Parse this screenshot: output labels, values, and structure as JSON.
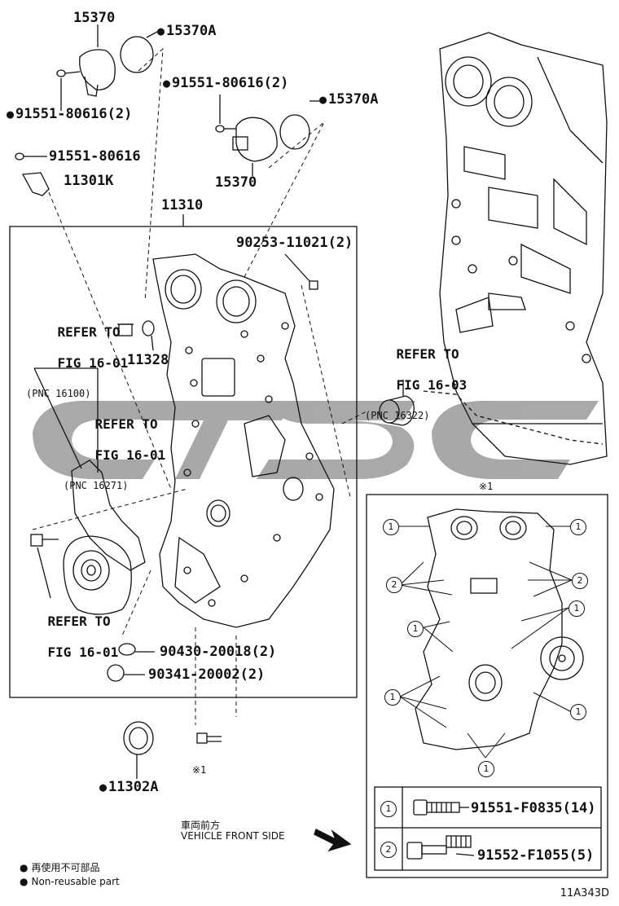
{
  "labels": {
    "p15370_top": "15370",
    "p15370a_top": "15370A",
    "p91551_80616_2_top": "91551-80616(2)",
    "p91551_80616_2_left": "91551-80616(2)",
    "p15370a_mid": "15370A",
    "p91551_80616": "91551-80616",
    "p11301k": "11301K",
    "p15370_mid": "15370",
    "p11310": "11310",
    "p90253": "90253-11021(2)",
    "p11328": "11328",
    "p90430": "90430-20018(2)",
    "p90341": "90341-20002(2)",
    "p11302a": "11302A",
    "asterisk_ref_bottom": "※1",
    "asterisk_ref_box": "※1"
  },
  "refs": {
    "ref1": {
      "line1": "REFER TO",
      "line2": "FIG 16-01",
      "pnc": "(PNC 16100)"
    },
    "ref2": {
      "line1": "REFER TO",
      "line2": "FIG 16-01",
      "pnc": "(PNC 16271)"
    },
    "ref3": {
      "line1": "REFER TO",
      "line2": "FIG 16-01"
    },
    "ref4": {
      "line1": "REFER TO",
      "line2": "FIG 16-03",
      "pnc": "(PNC 16322)"
    }
  },
  "inset": {
    "callout_1": "1",
    "callout_2": "2",
    "table": [
      {
        "num": "1",
        "part": "91551-F0835(14)"
      },
      {
        "num": "2",
        "part": "91552-F1055(5)"
      }
    ]
  },
  "vehicle_front": {
    "jp": "車両前方",
    "en": "VEHICLE FRONT SIDE"
  },
  "legend": [
    {
      "symbol": "●",
      "text": "再使用不可部品"
    },
    {
      "symbol": "●",
      "text": "Non-reusable part"
    }
  ],
  "figure_code": "11A343D",
  "colors": {
    "line": "#111111",
    "watermark": "#9a9a9a"
  }
}
